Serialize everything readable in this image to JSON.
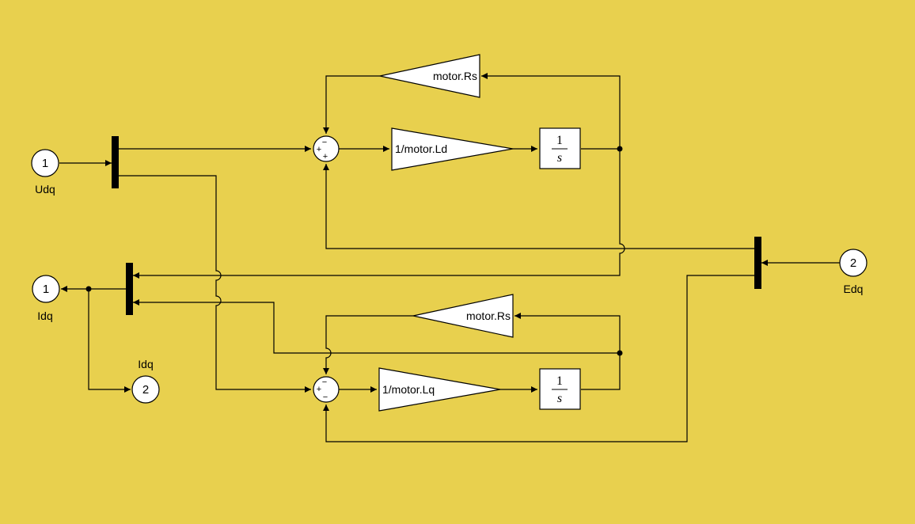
{
  "ports": {
    "udq": {
      "number": "1",
      "label": "Udq"
    },
    "edq": {
      "number": "2",
      "label": "Edq"
    },
    "idq_out1": {
      "number": "1",
      "label": "Idq"
    },
    "idq_out2": {
      "number": "2",
      "label": "Idq"
    }
  },
  "gains": {
    "rs_top": "motor.Rs",
    "ld_inv": "1/motor.Ld",
    "rs_bottom": "motor.Rs",
    "lq_inv": "1/motor.Lq"
  },
  "integrators": {
    "d": {
      "num": "1",
      "den": "s"
    },
    "q": {
      "num": "1",
      "den": "s"
    }
  },
  "sums": {
    "d": {
      "top_sign": "−",
      "left_sign": "+",
      "bottom_sign": "+"
    },
    "q": {
      "top_sign": "−",
      "left_sign": "+",
      "bottom_sign": "−"
    }
  }
}
